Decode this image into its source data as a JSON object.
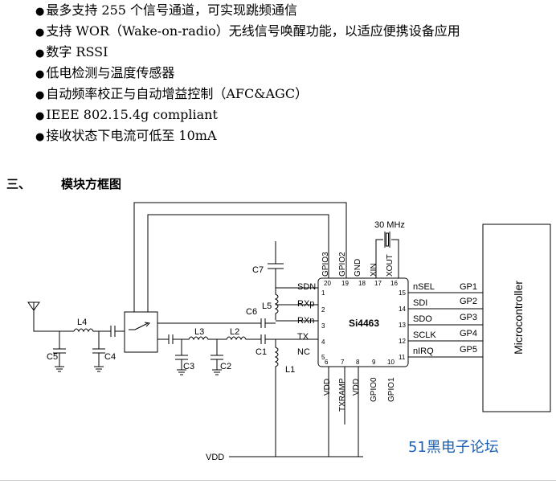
{
  "features": [
    "最多支持 255 个信号通道，可实现跳频通信",
    "支持 WOR（Wake-on-radio）无线信号唤醒功能，以适应便携设备应用",
    "数字 RSSI",
    "低电检测与温度传感器",
    "自动频率校正与自动增益控制（AFC&AGC）",
    "IEEE 802.15.4g compliant",
    "接收状态下电流可低至 10mA"
  ],
  "bullet_glyph": "●",
  "section": {
    "number": "三、",
    "title": "模块方框图"
  },
  "diagram": {
    "chip_name": "Si4463",
    "mcu_name": "Microcontroller",
    "crystal": "30 MHz",
    "vdd_label": "VDD",
    "top_pins": [
      {
        "name": "GPIO3",
        "num": "20"
      },
      {
        "name": "GPIO2",
        "num": "19"
      },
      {
        "name": "GND",
        "num": "18"
      },
      {
        "name": "XIN",
        "num": "17"
      },
      {
        "name": "XOUT",
        "num": "16"
      }
    ],
    "left_pins": [
      {
        "name": "SDN",
        "num": "1"
      },
      {
        "name": "RXp",
        "num": "2"
      },
      {
        "name": "RXn",
        "num": "3"
      },
      {
        "name": "TX",
        "num": "4"
      },
      {
        "name": "NC",
        "num": "5"
      }
    ],
    "right_pins": [
      {
        "name": "nSEL",
        "num": "15",
        "gp": "GP1"
      },
      {
        "name": "SDI",
        "num": "14",
        "gp": "GP2"
      },
      {
        "name": "SDO",
        "num": "13",
        "gp": "GP3"
      },
      {
        "name": "SCLK",
        "num": "12",
        "gp": "GP4"
      },
      {
        "name": "nIRQ",
        "num": "11",
        "gp": "GP5"
      }
    ],
    "bottom_pins": [
      {
        "name": "VDD",
        "num": "6"
      },
      {
        "name": "TXRAMP",
        "num": "7"
      },
      {
        "name": "VDD",
        "num": "8"
      },
      {
        "name": "GPIO0",
        "num": "9"
      },
      {
        "name": "GPIO1",
        "num": "10"
      }
    ],
    "components": {
      "L1": "L1",
      "L2": "L2",
      "L3": "L3",
      "L4": "L4",
      "L5": "L5",
      "C1": "C1",
      "C2": "C2",
      "C3": "C3",
      "C4": "C4",
      "C5": "C5",
      "C6": "C6",
      "C7": "C7"
    }
  },
  "watermark": "51黑电子论坛"
}
